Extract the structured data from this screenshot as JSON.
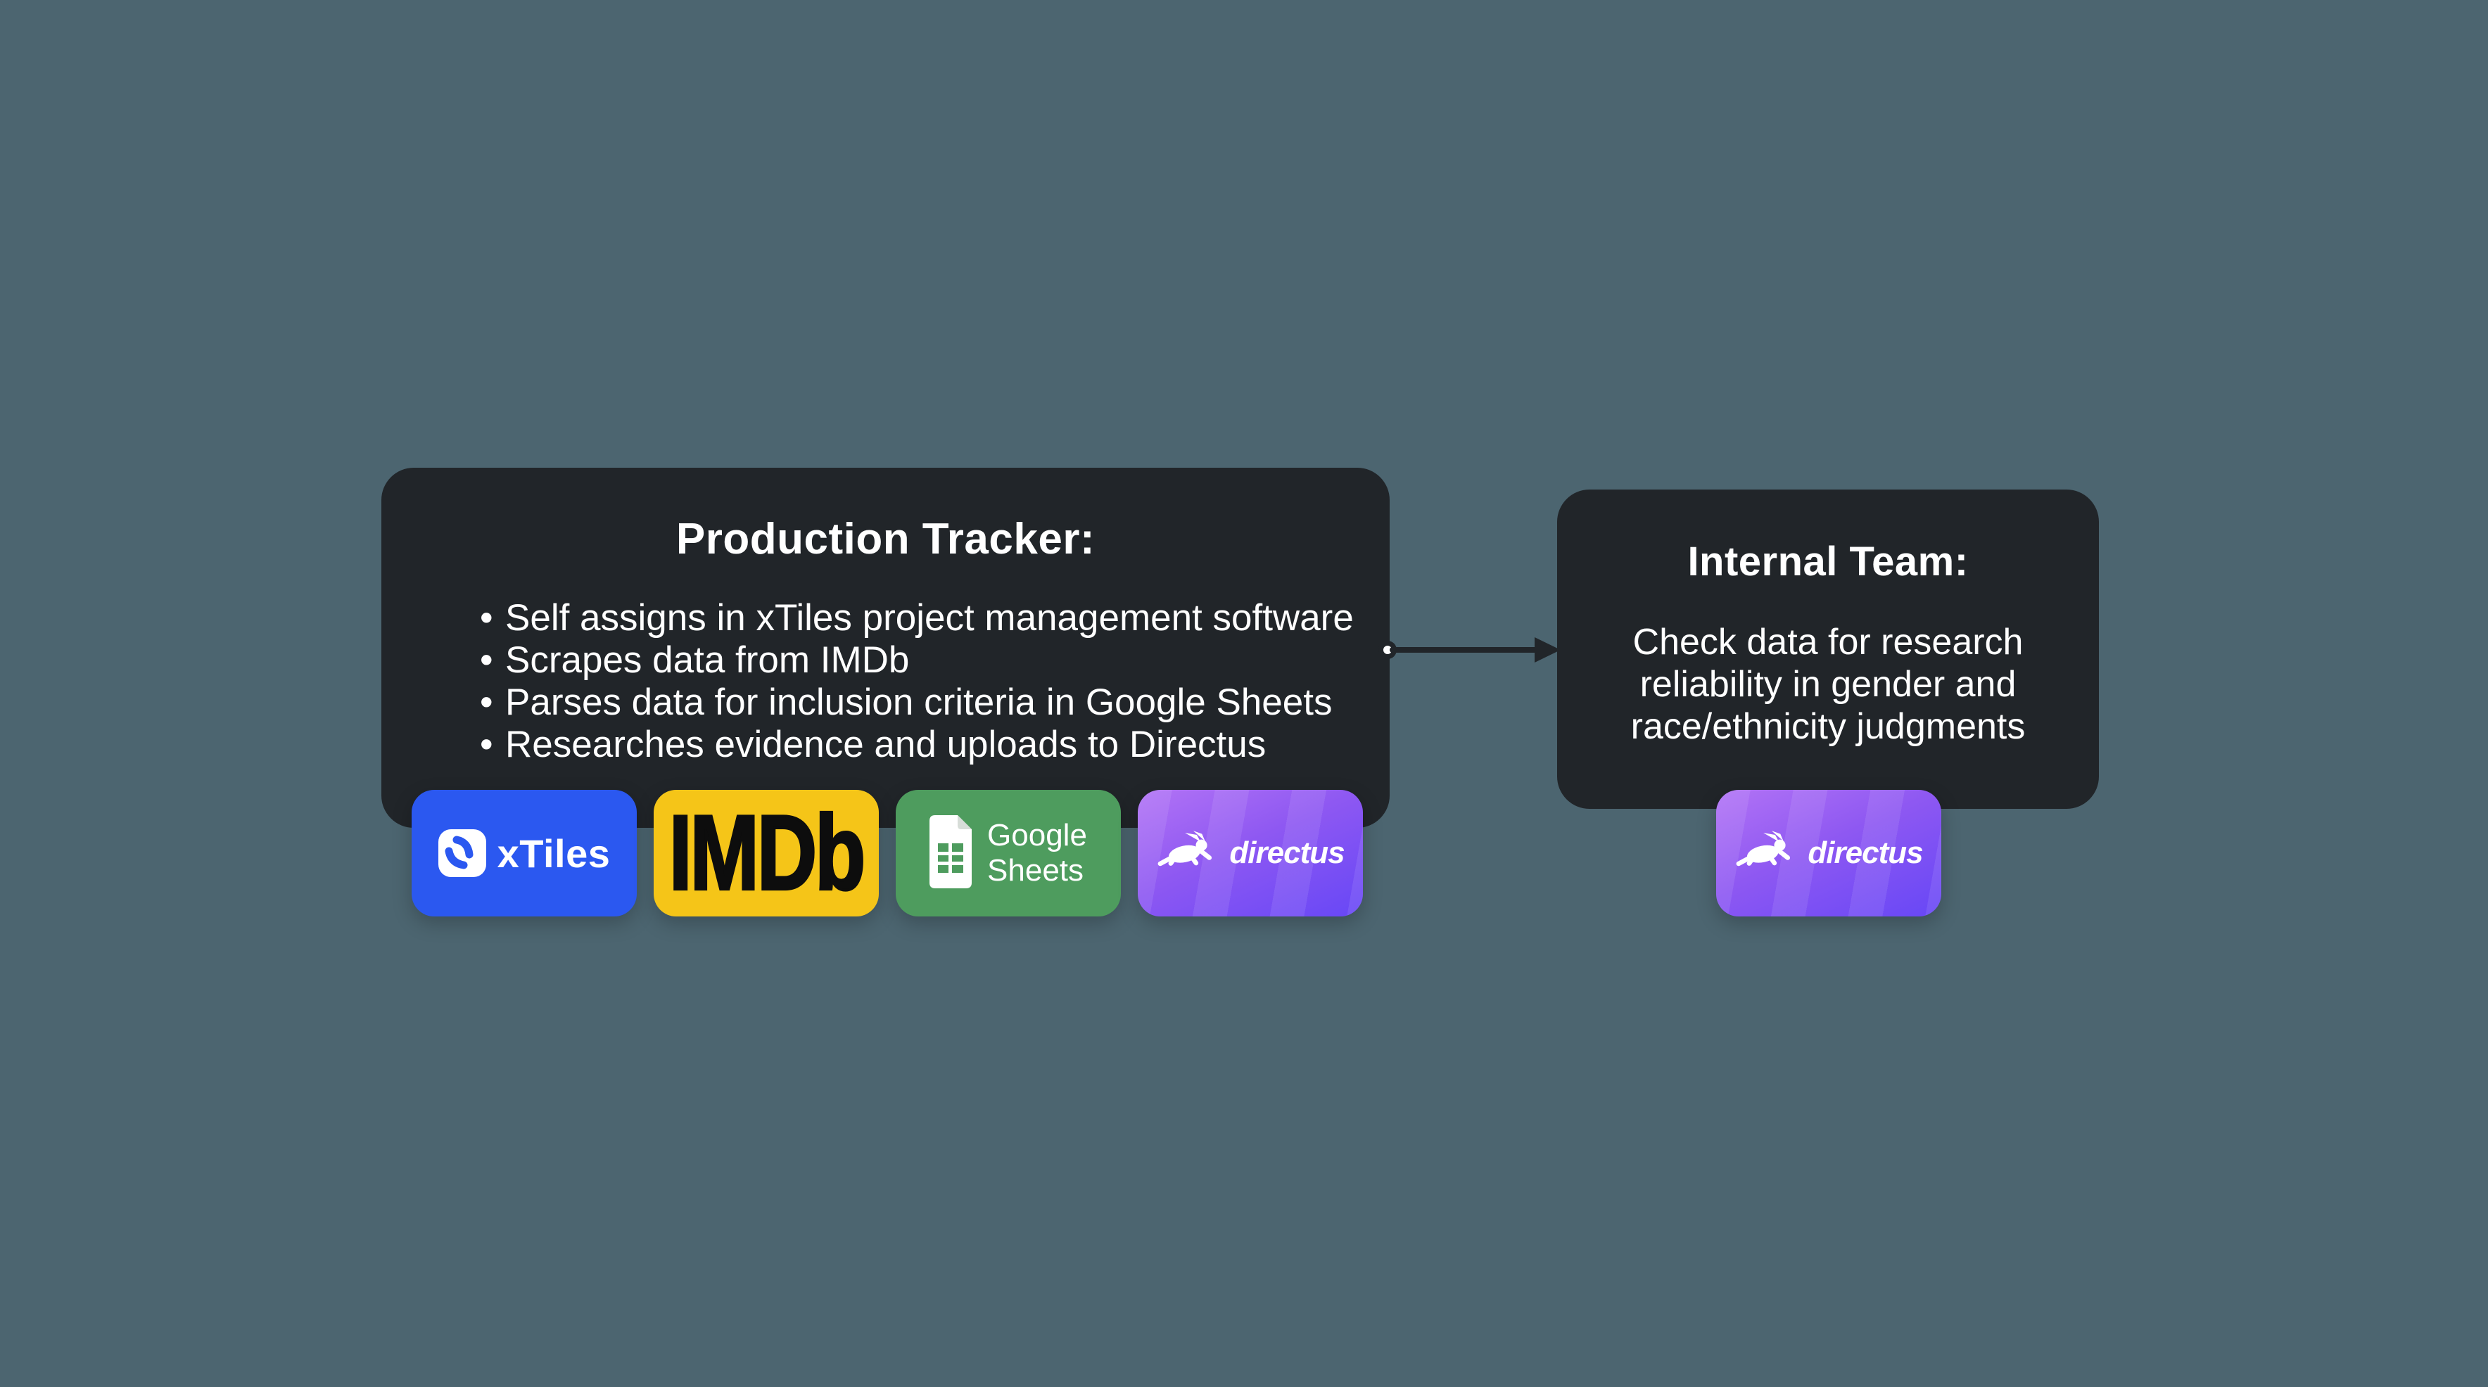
{
  "canvas": {
    "background": "#4C6570"
  },
  "left_card": {
    "title": "Production Tracker:",
    "bullets": [
      "Self assigns in xTiles project management software",
      "Scrapes data from IMDb",
      "Parses data for inclusion criteria in Google Sheets",
      "Researches evidence and uploads to Directus"
    ],
    "background": "#212529"
  },
  "right_card": {
    "title": "Internal Team:",
    "body": "Check data for research\nreliability in gender and\nrace/ethnicity judgments",
    "background": "#212529"
  },
  "connector": {
    "from": "production-tracker-card",
    "to": "internal-team-card",
    "color": "#212529"
  },
  "icons": {
    "xtiles": {
      "label": "xTiles",
      "background": "#2B58F0"
    },
    "imdb": {
      "label": "IMDb",
      "background": "#F5C518",
      "text_color": "#0D0D0D"
    },
    "sheets": {
      "label": "Google\nSheets",
      "background": "#4E9C5E"
    },
    "directus_left": {
      "label": "directus",
      "gradient_from": "#B273F5",
      "gradient_to": "#6747F6"
    },
    "directus_right": {
      "label": "directus",
      "gradient_from": "#B273F5",
      "gradient_to": "#6747F6"
    }
  }
}
